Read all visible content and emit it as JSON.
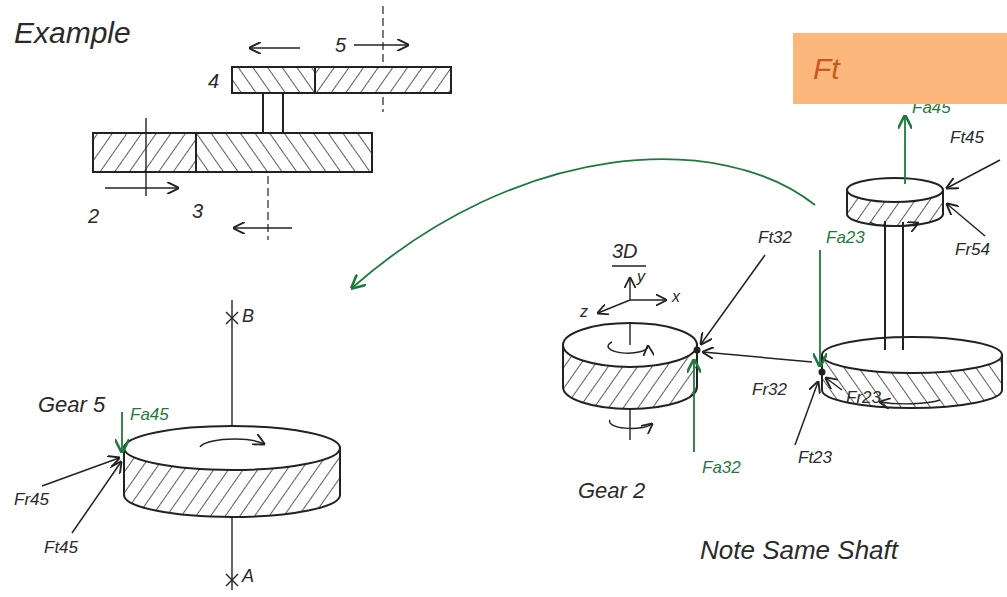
{
  "diagram": {
    "title": "Example",
    "nodes": [
      {
        "text": [
          "Ft"
        ]
      }
    ],
    "labels": [
      "4",
      "5",
      "2",
      "3",
      "3D",
      "y",
      "x",
      "z",
      "Gear 2",
      "Gear 5",
      "B",
      "A",
      "Fa45",
      "Fr45",
      "Ft45",
      "Fa45",
      "Ft45",
      "Fr54",
      "Ft32",
      "Fa23",
      "Fr32",
      "Fr23",
      "Ft23",
      "Fa32",
      "Note Same Shaft"
    ]
  }
}
